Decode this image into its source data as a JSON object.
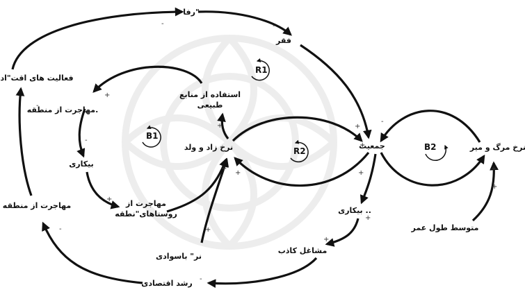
{
  "nodes": {
    "welfare": "رفا\"",
    "poverty": "فقر",
    "population": "جمعیت",
    "death_rate": "نرخ مرگ و میر",
    "life_expectancy": "متوسط طول عمر",
    "birth_rate": "نرخ زاد و ولد",
    "natural_resources_line1": "استفاده از منابع",
    "natural_resources_line2": "طبیعی",
    "economic_activity": "فعالیت های اقت\"ادی",
    "migration_from_region_top": "مهاجرت از منطقه.",
    "unemployment_left": "بیکاری",
    "village_migration_line1": "مهاجرت از",
    "village_migration_line2": "روستاهای\"نطقه",
    "migration_from_region": "مهاجرت از منطقه",
    "literacy_rate": "نر\" باسوادی",
    "unemployment_right": "بیکاری ..",
    "false_jobs": "مشاغل کاذب",
    "economic_growth": "رشد اقتصادی"
  },
  "loops": {
    "r1": "R1",
    "r2": "R2",
    "b1": "B1",
    "b2": "B2"
  },
  "polarity": {
    "plus": "+",
    "minus": "-"
  }
}
